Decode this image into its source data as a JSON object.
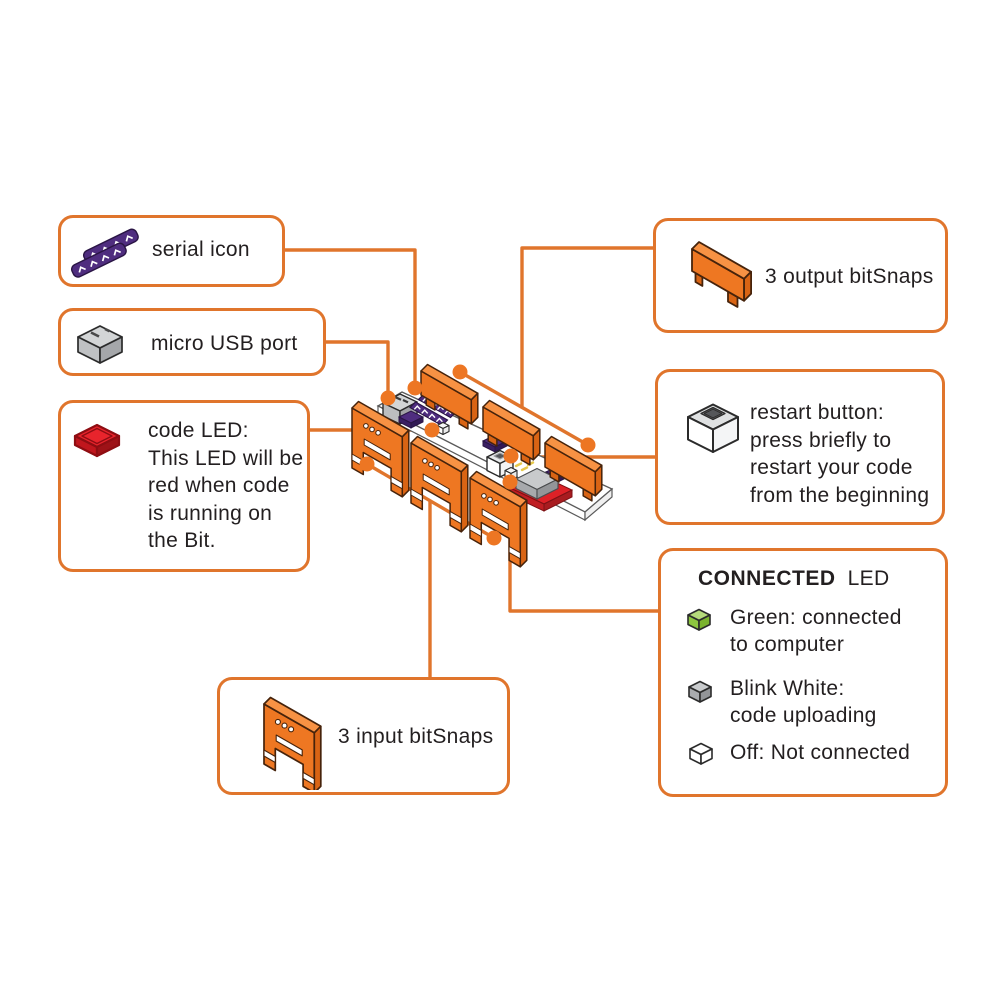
{
  "diagram_title": "codeBit anatomy diagram",
  "colors": {
    "accent_line": "#e0752c",
    "snap_orange": "#ee7722",
    "snap_orange_light": "#f79244",
    "snap_orange_dark": "#d96414",
    "purple": "#4f2d7f",
    "red_led": "#e8242c",
    "green_led": "#8dc63f",
    "gray": "#c8cacc",
    "text": "#231f20"
  },
  "icons": {
    "serial": "serial-icon",
    "usb": "micro-usb-icon",
    "code_led": "code-led-icon",
    "output_snap": "output-bitsnap-icon",
    "restart": "restart-button-icon",
    "green_cube": "green-led-icon",
    "white_cube": "blink-white-led-icon",
    "off_cube": "off-led-icon",
    "input_snap": "input-bitsnap-icon"
  },
  "callouts": {
    "serial": {
      "label": "serial icon"
    },
    "usb": {
      "label": "micro USB port"
    },
    "code_led": {
      "lines": [
        "code LED:",
        "This LED will be",
        "red when code",
        "is running on",
        "the Bit."
      ]
    },
    "output": {
      "label": "3 output bitSnaps"
    },
    "restart": {
      "lines": [
        "restart button:",
        "press briefly to",
        "restart your code",
        "from the beginning"
      ]
    },
    "connected": {
      "title_bold": "CONNECTED",
      "title_rest": "LED",
      "items": [
        {
          "state": "green",
          "lines": [
            "Green: connected",
            "to computer"
          ]
        },
        {
          "state": "blink-white",
          "lines": [
            "Blink White:",
            "code uploading"
          ]
        },
        {
          "state": "off",
          "lines": [
            "Off: Not connected"
          ]
        }
      ]
    },
    "input": {
      "label": "3 input bitSnaps"
    }
  }
}
